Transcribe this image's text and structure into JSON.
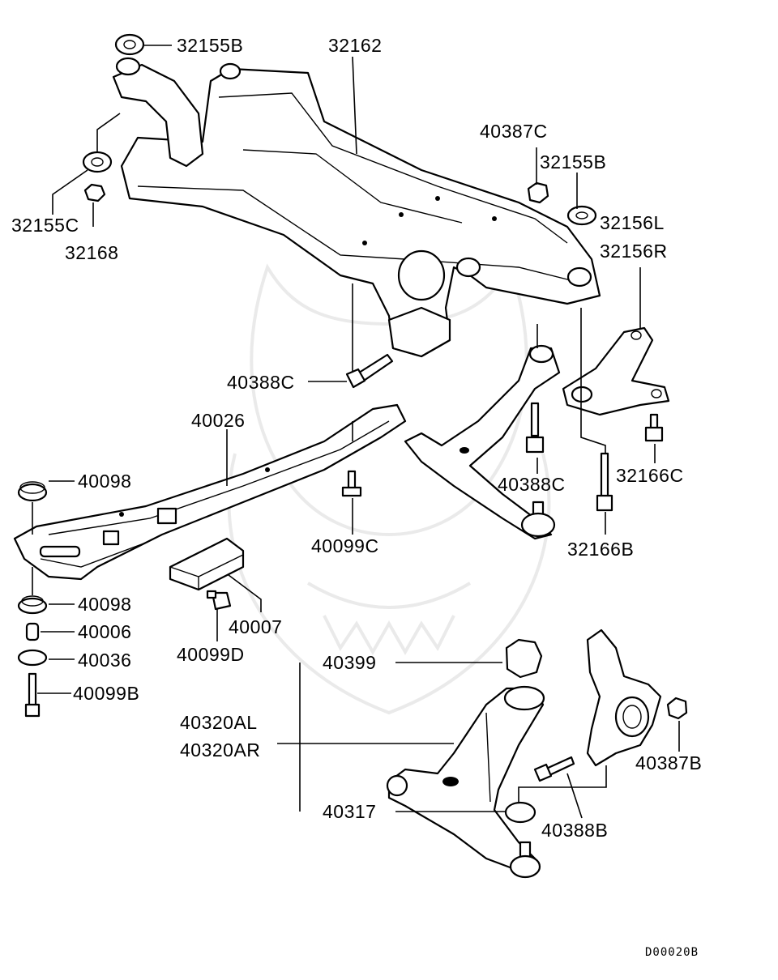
{
  "diagram_code": "D00020B",
  "callouts": {
    "c32155B_top": "32155B",
    "c32162": "32162",
    "c32155C": "32155C",
    "c32168": "32168",
    "c40387C": "40387C",
    "c32155B_right": "32155B",
    "c32156L": "32156L",
    "c32156R": "32156R",
    "c40388C_mid": "40388C",
    "c40026": "40026",
    "c40098_top": "40098",
    "c40099C": "40099C",
    "c40388C_right": "40388C",
    "c32166C": "32166C",
    "c32166B": "32166B",
    "c40098_bottom": "40098",
    "c40006": "40006",
    "c40036": "40036",
    "c40099B": "40099B",
    "c40007": "40007",
    "c40099D": "40099D",
    "c40399": "40399",
    "c40320AL": "40320AL",
    "c40320AR": "40320AR",
    "c40317": "40317",
    "c40387B": "40387B",
    "c40388B": "40388B"
  }
}
